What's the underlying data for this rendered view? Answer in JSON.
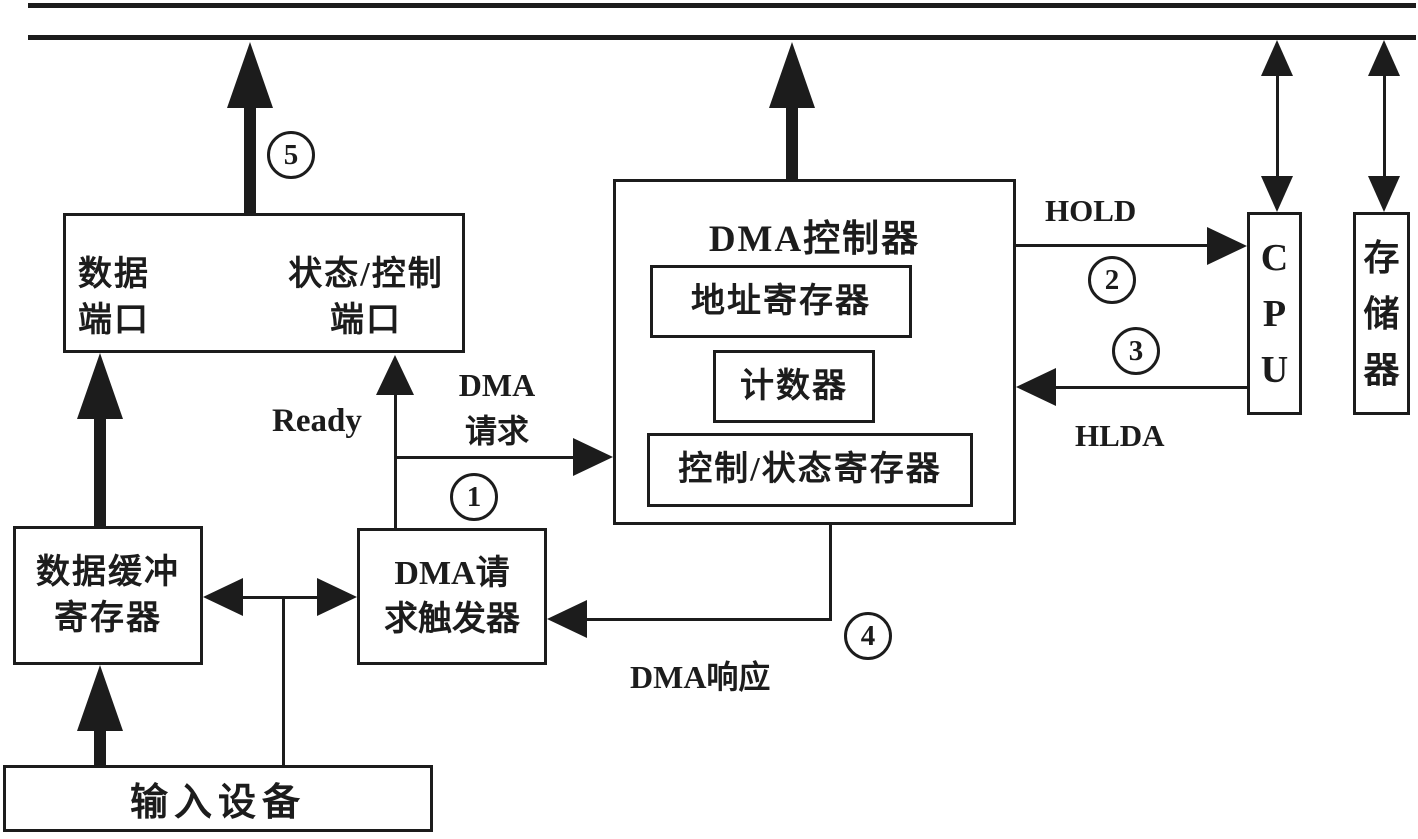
{
  "colors": {
    "ink": "#1c1c1c",
    "background": "#ffffff"
  },
  "io_ports": {
    "data_port": {
      "line1": "数据",
      "line2": "端口"
    },
    "status_port": {
      "line1": "状态/控制",
      "line2": "端口"
    }
  },
  "dma_controller": {
    "title": "DMA控制器",
    "registers": [
      "地址寄存器",
      "计数器",
      "控制/状态寄存器"
    ]
  },
  "cpu": {
    "letters": [
      "C",
      "P",
      "U"
    ]
  },
  "memory": {
    "chars": [
      "存",
      "储",
      "器"
    ]
  },
  "data_buffer": {
    "line1": "数据缓冲",
    "line2": "寄存器"
  },
  "dma_trigger": {
    "line1": "DMA请",
    "line2": "求触发器"
  },
  "input_device": {
    "label": "输入设备"
  },
  "signals": {
    "hold": "HOLD",
    "hlda": "HLDA",
    "ready": "Ready",
    "dma_request": {
      "line1": "DMA",
      "line2": "请求"
    },
    "dma_response": "DMA响应"
  },
  "steps": [
    "1",
    "2",
    "3",
    "4",
    "5"
  ]
}
